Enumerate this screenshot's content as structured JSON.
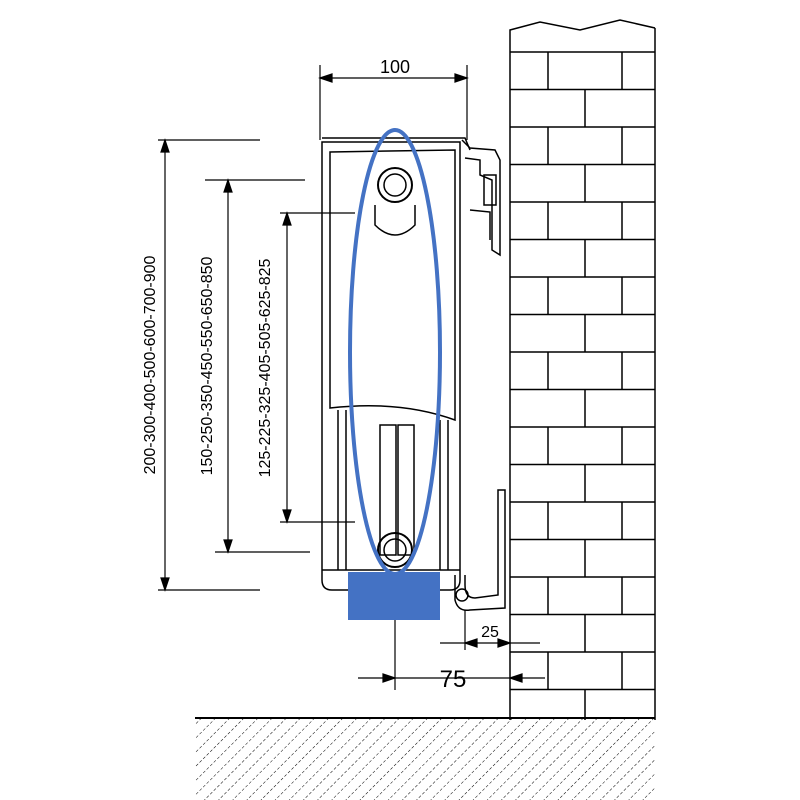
{
  "dimensions": {
    "width_top": "100",
    "wall_gap": "25",
    "bottom_offset": "75",
    "height_total": "200-300-400-500-600-700-900",
    "height_mid": "150-250-350-450-550-650-850",
    "height_connect": "125-225-325-405-505-625-825"
  },
  "colors": {
    "highlight": "#4472C4",
    "line": "#000000"
  }
}
